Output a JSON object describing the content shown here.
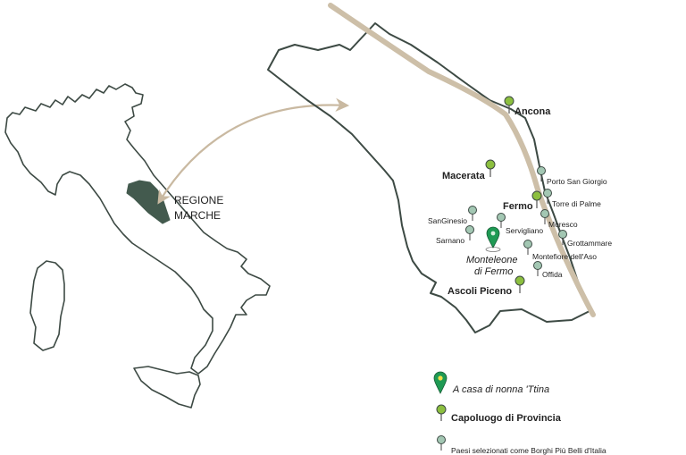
{
  "region": {
    "line1": "REGIONE",
    "line2": "MARCHE"
  },
  "town_labels": {
    "ancona": "Ancona",
    "macerata": "Macerata",
    "fermo": "Fermo",
    "ascoli_piceno": "Ascoli Piceno",
    "porto_san_giorgio": "Porto San Giorgio",
    "torre_di_palme": "Torre di Palme",
    "moresco": "Moresco",
    "grottammare": "Grottammare",
    "montefiore_dell_aso": "Montefiore dell'Aso",
    "offida": "Offida",
    "servigliano": "Servigliano",
    "san_ginesio": "SanGinesio",
    "sarnano": "Sarnano",
    "monteleone_line1": "Monteleone",
    "monteleone_line2": "di Fermo"
  },
  "legend": {
    "home": "A casa di nonna 'Ttina",
    "capital": "Capoluogo di Provincia",
    "borghi": "Paesi selezionati come Borghi Più Belli d'Italia"
  },
  "colors": {
    "region_fill": "#435a4e",
    "outline": "#3d4a44",
    "coast_road": "#cdbfa8",
    "capital_pin": "#8cbf3f",
    "borgo_pin": "#a3c7b3",
    "home_pin": "#1f9a54"
  }
}
